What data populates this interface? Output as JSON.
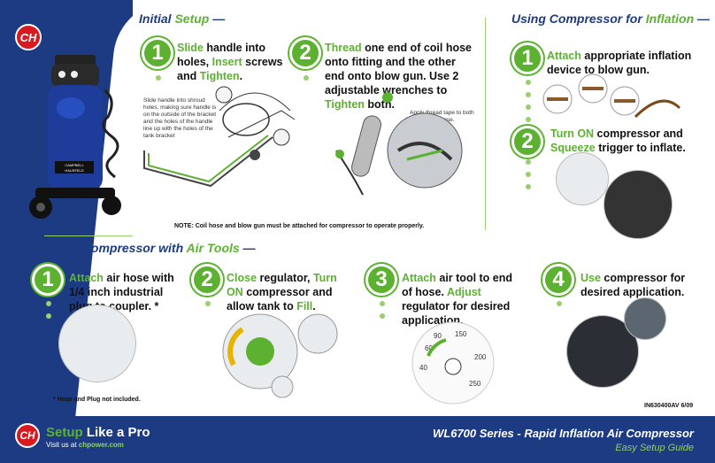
{
  "initial_setup": {
    "title_prefix": "Initial ",
    "title_highlight": "Setup",
    "title_suffix": " —",
    "step1": {
      "num": "1",
      "w1": "Slide",
      "t1": " handle into holes, ",
      "w2": "Insert",
      "t2": " screws and ",
      "w3": "Tighten",
      "t3": "."
    },
    "step1_note": "Slide handle into shroud holes, making sure handle is on the outside of the bracket and the holes of the handle line up with the holes of the tank bracket",
    "step2": {
      "num": "2",
      "w1": "Thread",
      "t1": " one end of coil hose onto fitting and the other end onto blow gun. Use 2 adjustable wrenches to ",
      "w2": "Tighten",
      "t2": " both."
    },
    "step2_note": "Apply thread tape to both ends of coil hose.",
    "note": "NOTE: Coil hose and blow gun must be attached for compressor to operate properly."
  },
  "inflation": {
    "title_prefix": "Using Compressor for ",
    "title_highlight": "Inflation",
    "title_suffix": " —",
    "step1": {
      "num": "1",
      "w1": "Attach",
      "t1": " appropriate inflation device to blow gun."
    },
    "step2": {
      "num": "2",
      "w1": "Turn ON",
      "t1": " compressor and ",
      "w2": "Squeeze",
      "t2": " trigger to inflate."
    }
  },
  "air_tools": {
    "title_prefix": "Using Compressor with ",
    "title_highlight": "Air Tools",
    "title_suffix": " —",
    "step1": {
      "num": "1",
      "w1": "Attach",
      "t1": " air hose with 1/4 inch industrial plug to coupler. *"
    },
    "step2": {
      "num": "2",
      "w1": "Close",
      "t1": " regulator, ",
      "w2": "Turn ON",
      "t2": " compressor and allow tank to ",
      "w3": "Fill",
      "t3": "."
    },
    "step3": {
      "num": "3",
      "w1": "Attach",
      "t1": " air tool to end of hose. ",
      "w2": "Adjust",
      "t2": " regulator for desired application."
    },
    "step4": {
      "num": "4",
      "w1": "Use",
      "t1": " compressor for desired application."
    },
    "footnote": "* Hose and Plug not included.",
    "gauge_ticks": [
      "40",
      "60",
      "90",
      "150",
      "200",
      "250"
    ]
  },
  "doc_code": "IN630400AV  6/09",
  "footer": {
    "tag_highlight": "Setup",
    "tag_rest": " Like a Pro",
    "visit_text": "Visit us at ",
    "visit_url": "chpower.com",
    "series": "WL6700 Series - Rapid Inflation Air Compressor",
    "guide": "Easy Setup Guide"
  },
  "brand": {
    "logo_text": "CH",
    "label_line1": "CAMPBELL",
    "label_line2": "HAUSFELD"
  },
  "colors": {
    "brand_blue": "#1d3b82",
    "accent_green": "#5cb230",
    "logo_red": "#d71920"
  }
}
